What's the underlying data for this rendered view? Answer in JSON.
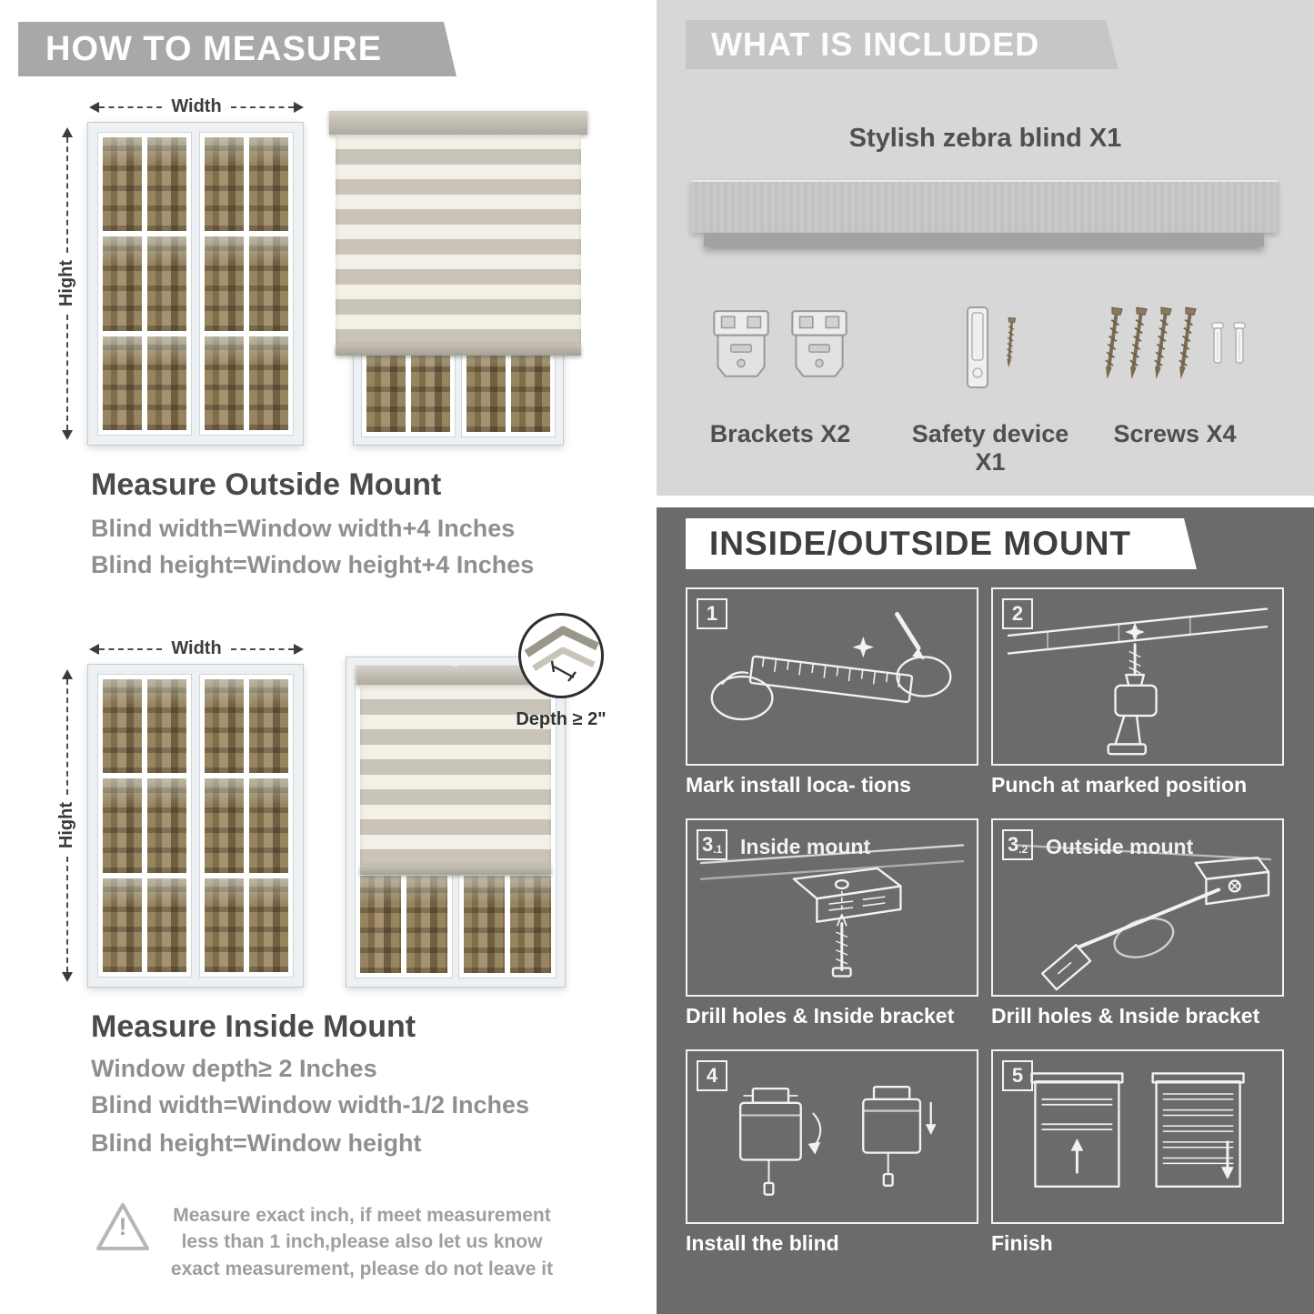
{
  "colors": {
    "banner_gray": "#a8a8a8",
    "panel_light": "#d7d7d7",
    "panel_dark": "#6b6b6b",
    "heading_text": "#4a4a4a",
    "body_text": "#8f8f8f"
  },
  "left": {
    "banner": "HOW TO MEASURE",
    "measure_labels": {
      "width": "Width",
      "height": "Hight"
    },
    "outside": {
      "title": "Measure Outside Mount",
      "line1": "Blind width=Window width+4 Inches",
      "line2": "Blind height=Window height+4 Inches"
    },
    "inside": {
      "title": "Measure Inside Mount",
      "depth_callout": "Depth ≥ 2\"",
      "line1": "Window depth≥ 2 Inches",
      "line2": "Blind width=Window width-1/2 Inches",
      "line3": "Blind height=Window height"
    },
    "note": {
      "mark": "!",
      "text": "Measure exact inch, if meet measurement less than 1 inch,please also let us know exact measurement, please do not leave it"
    }
  },
  "included": {
    "banner": "WHAT IS INCLUDED",
    "product": "Stylish zebra blind X1",
    "items": [
      {
        "label": "Brackets X2"
      },
      {
        "label": "Safety device X1"
      },
      {
        "label": "Screws X4"
      }
    ]
  },
  "mount": {
    "banner": "INSIDE/OUTSIDE MOUNT",
    "steps": [
      {
        "num": "1",
        "caption": "Mark install loca- tions"
      },
      {
        "num": "2",
        "caption": "Punch at marked position"
      },
      {
        "num": "3",
        "sub": ".1",
        "label": "Inside mount",
        "caption": "Drill holes & Inside bracket"
      },
      {
        "num": "3",
        "sub": ".2",
        "label": "Outside mount",
        "caption": "Drill holes & Inside bracket"
      },
      {
        "num": "4",
        "caption": "Install the blind"
      },
      {
        "num": "5",
        "caption": "Finish"
      }
    ]
  }
}
